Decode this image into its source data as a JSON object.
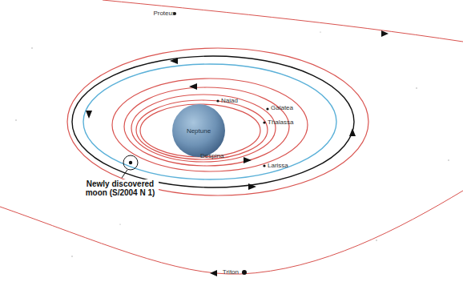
{
  "diagram": {
    "nodes": [
      {
        "text": [
          "Neptune"
        ]
      }
    ],
    "labels": [
      "Proteus",
      "Naiad",
      "Galatea",
      "Thalassa",
      "Despina",
      "Larissa",
      "Newly discovered moon (S/2004 N 1)",
      "Triton"
    ]
  }
}
